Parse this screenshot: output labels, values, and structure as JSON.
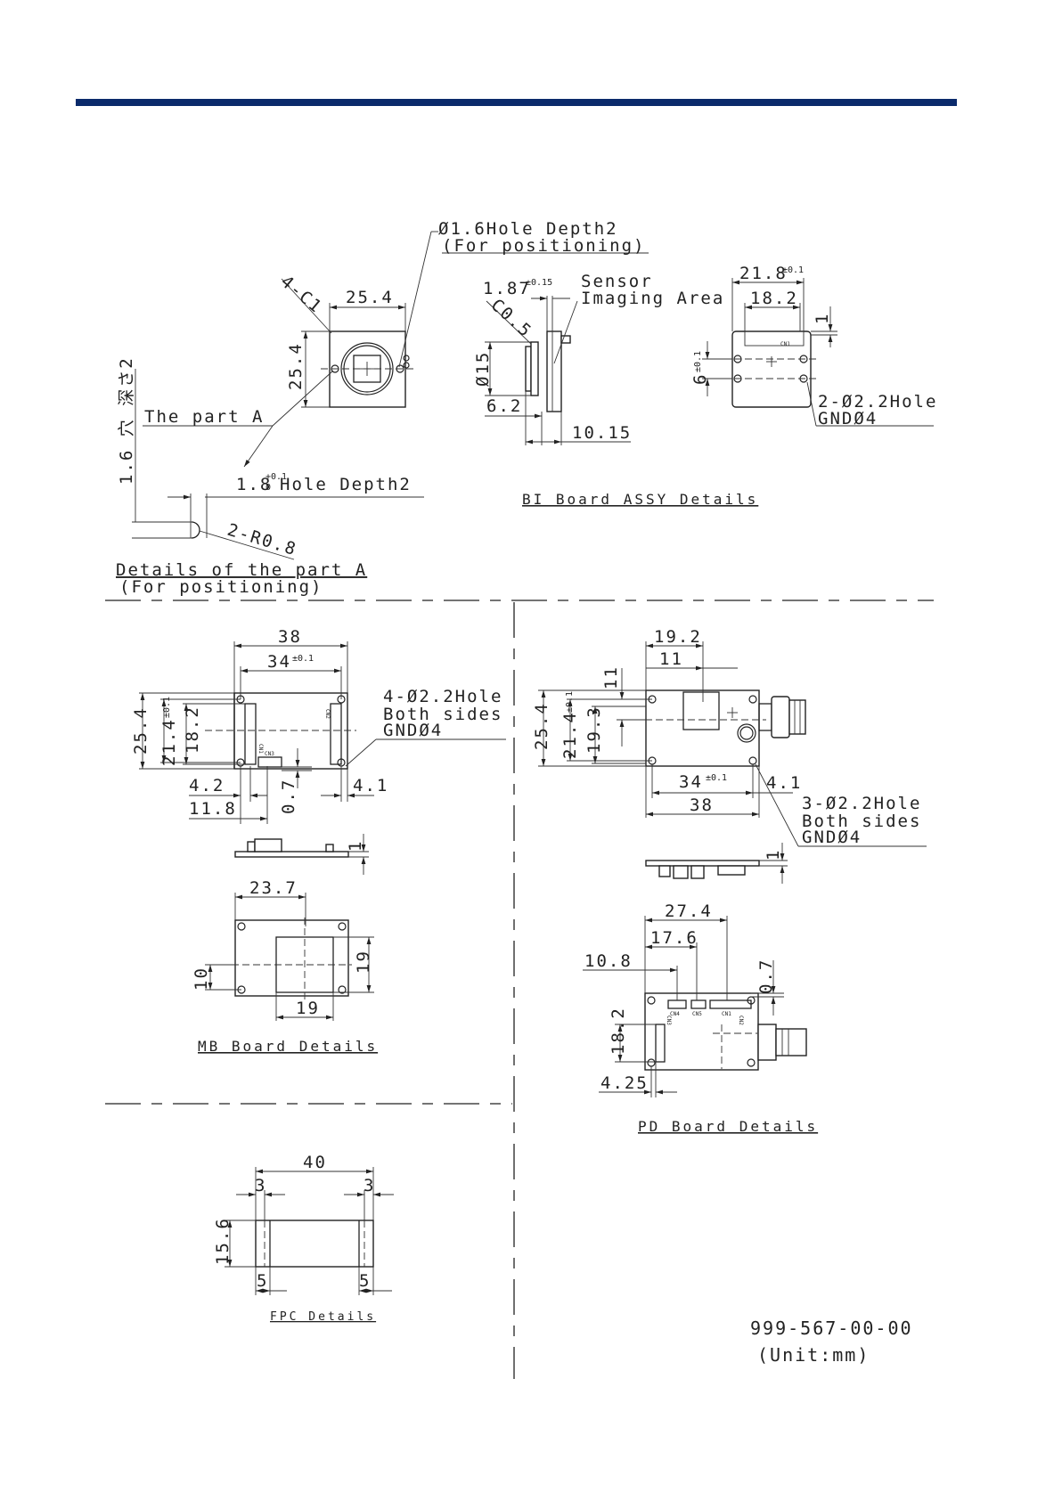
{
  "colors": {
    "header_bar": "#0a2a6b"
  },
  "callouts": {
    "hole_16": "Ø1.6Hole Depth2",
    "for_positioning": "(For positioning)",
    "c1": "4-C1",
    "sensor": "Sensor",
    "imaging_area": "Imaging Area",
    "c05": "C0.5",
    "part_a": "The part A",
    "hole_18": "Hole Depth2",
    "r08": "2-R0.8",
    "details_part_a": "Details of the part A",
    "details_for_positioning": "(For positioning)",
    "vertical_jp": "1.6 穴 深さ2",
    "bi_hole": "2-Ø2.2Hole",
    "bi_gnd": "GNDØ4",
    "mb_hole": "4-Ø2.2Hole",
    "mb_both": "Both sides",
    "mb_gnd": "GNDØ4",
    "pd_hole": "3-Ø2.2Hole",
    "pd_both": "Both sides",
    "pd_gnd": "GNDØ4"
  },
  "dims": {
    "d25_4_w": "25.4",
    "d25_4_h": "25.4",
    "d1_87": "1.87",
    "tol_015": "±0.15",
    "d15": "Ø15",
    "d6_2": "6.2",
    "d10_15": "10.15",
    "d21_8": "21.8",
    "tol_01": "±0.1",
    "d18_2": "18.2",
    "d1": "1",
    "d6": "6",
    "d1_8": "1.8",
    "tol_01_up": "+0.1",
    "tol_0": "0",
    "mb_38": "38",
    "mb_34": "34",
    "mb_25_4": "25.4",
    "mb_21_4": "21.4",
    "mb_18_2": "18.2",
    "mb_4_2": "4.2",
    "mb_11_8": "11.8",
    "mb_0_7": "0.7",
    "mb_4_1": "4.1",
    "mb_1": "1",
    "mb_23_7": "23.7",
    "mb_10": "10",
    "mb_19h": "19",
    "mb_19w": "19",
    "pd_19_2": "19.2",
    "pd_11w": "11",
    "pd_11h": "11",
    "pd_25_4": "25.4",
    "pd_21_4": "21.4",
    "pd_19_3": "19.3",
    "pd_34": "34",
    "pd_4_1": "4.1",
    "pd_38": "38",
    "pd_1": "1",
    "pd_27_4": "27.4",
    "pd_17_6": "17.6",
    "pd_10_8": "10.8",
    "pd_0_7": "0.7",
    "pd_18_2": "18.2",
    "pd_4_25": "4.25",
    "fpc_40": "40",
    "fpc_3a": "3",
    "fpc_3b": "3",
    "fpc_15_6": "15.6",
    "fpc_5a": "5",
    "fpc_5b": "5"
  },
  "connectors": {
    "cn1": "CN1",
    "cn2": "CN2",
    "cn3": "CN3",
    "cn4": "CN4",
    "cn5": "CN5"
  },
  "captions": {
    "bi": "BI Board ASSY Details",
    "mb": "MB Board Details",
    "pd": "PD Board Details",
    "fpc": "FPC Details"
  },
  "footer": {
    "part_no": "999-567-00-00",
    "unit": "(Unit:mm)"
  }
}
